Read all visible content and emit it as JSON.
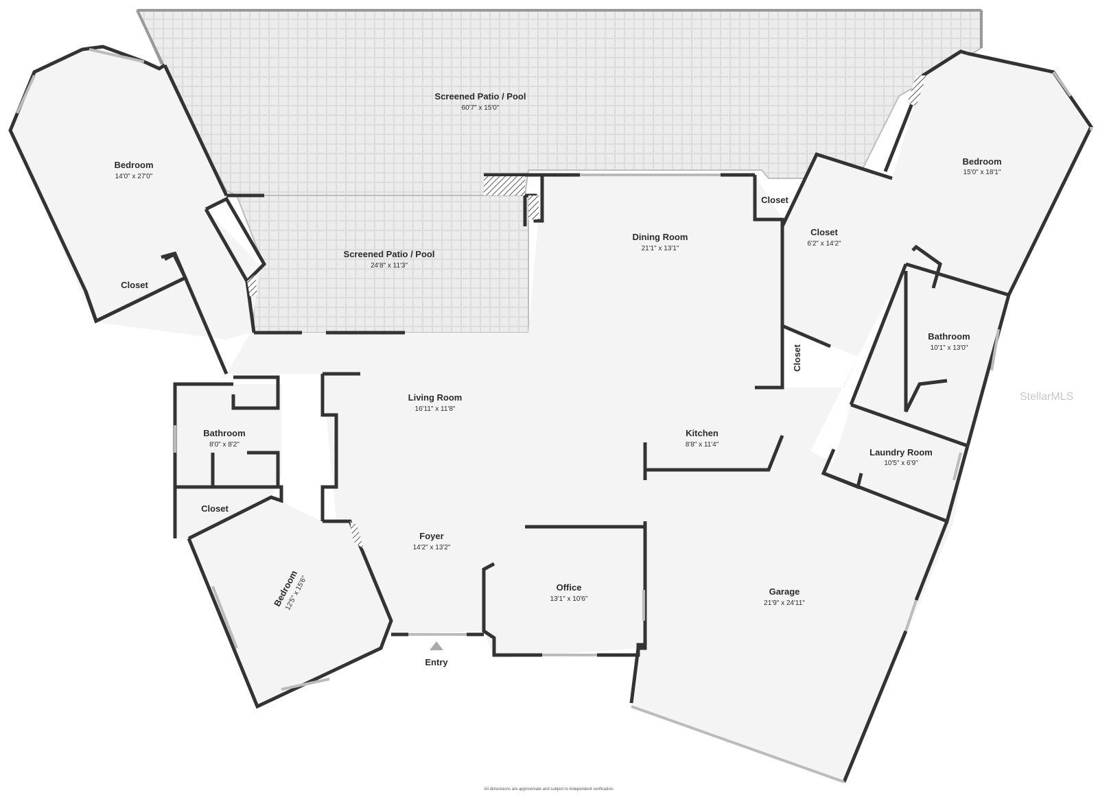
{
  "rooms": [
    {
      "id": "patio-upper",
      "name": "Screened Patio / Pool",
      "dims": "60'7\" x 15'0\""
    },
    {
      "id": "patio-lower",
      "name": "Screened Patio / Pool",
      "dims": "24'8\" x 11'3\""
    },
    {
      "id": "bedroom-nw",
      "name": "Bedroom",
      "dims": "14'0\" x 27'0\""
    },
    {
      "id": "closet-nw",
      "name": "Closet",
      "dims": ""
    },
    {
      "id": "dining",
      "name": "Dining Room",
      "dims": "21'1\" x 13'1\""
    },
    {
      "id": "closet-dining",
      "name": "Closet",
      "dims": ""
    },
    {
      "id": "closet-walkin",
      "name": "Closet",
      "dims": "6'2\" x 14'2\""
    },
    {
      "id": "bedroom-ne",
      "name": "Bedroom",
      "dims": "15'0\" x 18'1\""
    },
    {
      "id": "bathroom-e",
      "name": "Bathroom",
      "dims": "10'1\" x 13'0\""
    },
    {
      "id": "closet-small",
      "name": "Closet",
      "dims": ""
    },
    {
      "id": "living",
      "name": "Living Room",
      "dims": "16'11\" x 11'8\""
    },
    {
      "id": "kitchen",
      "name": "Kitchen",
      "dims": "8'8\" x 11'4\""
    },
    {
      "id": "laundry",
      "name": "Laundry Room",
      "dims": "10'5\" x 6'9\""
    },
    {
      "id": "bathroom-w",
      "name": "Bathroom",
      "dims": "8'0\" x 8'2\""
    },
    {
      "id": "closet-w",
      "name": "Closet",
      "dims": ""
    },
    {
      "id": "bedroom-sw",
      "name": "Bedroom",
      "dims": "12'5\" x 15'6\""
    },
    {
      "id": "foyer",
      "name": "Foyer",
      "dims": "14'2\" x 13'2\""
    },
    {
      "id": "office",
      "name": "Office",
      "dims": "13'1\" x 10'6\""
    },
    {
      "id": "garage",
      "name": "Garage",
      "dims": "21'9\" x 24'11\""
    }
  ],
  "entry_label": "Entry",
  "watermark": "StellarMLS",
  "disclaimer": "All dimensions are approximate and subject to independent verification.",
  "colors": {
    "wall": "#333333",
    "floor": "#f4f4f4",
    "patio": "#e9e9e9",
    "window": "#c9c9c9"
  }
}
